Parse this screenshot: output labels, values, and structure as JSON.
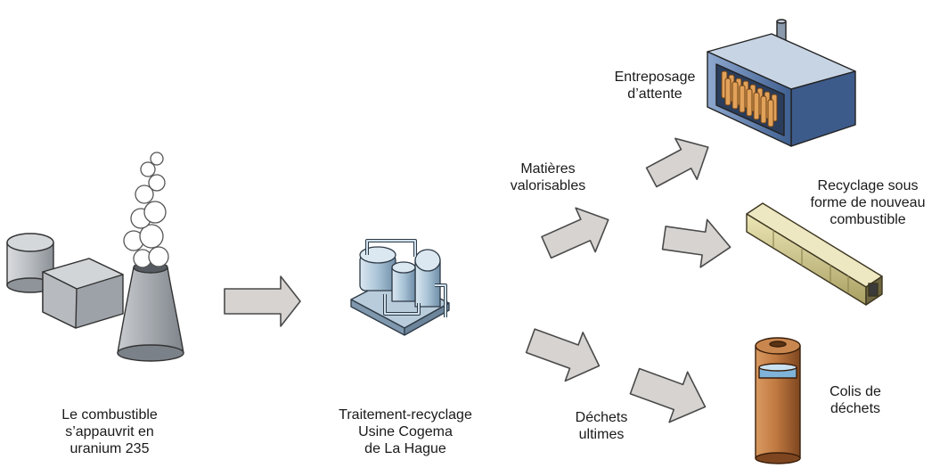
{
  "labels": {
    "plant": [
      "Le combustible",
      "s’appauvrit en",
      "uranium 235"
    ],
    "process": [
      "Traitement-recyclage",
      "Usine Cogema",
      "de La Hague"
    ],
    "matieres": [
      "Matières",
      "valorisables"
    ],
    "dechets": [
      "Déchets",
      "ultimes"
    ],
    "storage": [
      "Entreposage",
      "d’attente"
    ],
    "recycle": [
      "Recyclage sous",
      "forme de nouveau",
      "combustible"
    ],
    "colis": [
      "Colis de",
      "déchets"
    ]
  },
  "colors": {
    "arrow_fill": "#d6d3d0",
    "arrow_stroke": "#4a4a4a",
    "plant_grey": "#a9adb2",
    "process_blue": "#a9c3d6",
    "storage_blue": "#5d7fb0",
    "fuel_orange": "#e2a25a",
    "rod_yellow": "#d8cf92",
    "waste_brown": "#b96f3a"
  },
  "icons": [
    "nuclear-plant-icon",
    "reprocessing-plant-icon",
    "storage-building-icon",
    "fuel-assembly-icon",
    "waste-canister-icon"
  ]
}
